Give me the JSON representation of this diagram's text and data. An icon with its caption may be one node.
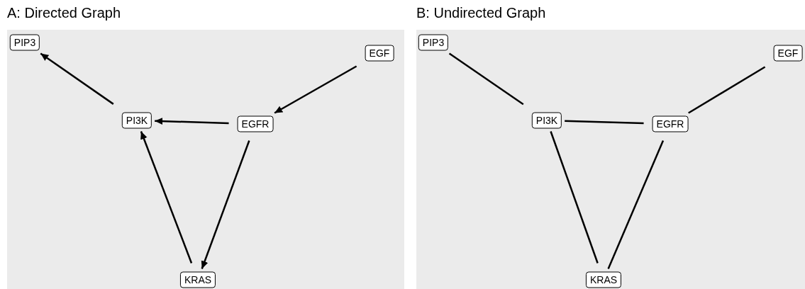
{
  "diagram": {
    "nodes": [
      {
        "text": [
          "A: Directed Graph"
        ]
      },
      {
        "text": [
          "PIP3"
        ],
        "in": 0
      },
      {
        "text": [
          "EGF"
        ],
        "in": 0
      },
      {
        "text": [
          "PI3K"
        ],
        "in": 0
      },
      {
        "text": [
          "EGFR"
        ],
        "in": 0
      },
      {
        "text": [
          "KRAS"
        ],
        "in": 0
      },
      {
        "text": [
          "B: Undirected Graph"
        ]
      },
      {
        "text": [
          "PIP3"
        ],
        "in": 6
      },
      {
        "text": [
          "EGF"
        ],
        "in": 6
      },
      {
        "text": [
          "PI3K"
        ],
        "in": 6
      },
      {
        "text": [
          "EGFR"
        ],
        "in": 6
      },
      {
        "text": [
          "KRAS"
        ],
        "in": 6
      }
    ],
    "edges": [
      {
        "from": 2,
        "to": 4,
        "arrow": "to"
      },
      {
        "from": 4,
        "to": 3,
        "arrow": "to"
      },
      {
        "from": 3,
        "to": 1,
        "arrow": "to"
      },
      {
        "from": 4,
        "to": 5,
        "arrow": "to"
      },
      {
        "from": 5,
        "to": 3,
        "arrow": "to"
      },
      {
        "from": 8,
        "to": 10,
        "arrow": "none"
      },
      {
        "from": 10,
        "to": 9,
        "arrow": "none"
      },
      {
        "from": 9,
        "to": 7,
        "arrow": "none"
      },
      {
        "from": 10,
        "to": 11,
        "arrow": "none"
      },
      {
        "from": 11,
        "to": 9,
        "arrow": "none"
      }
    ]
  }
}
